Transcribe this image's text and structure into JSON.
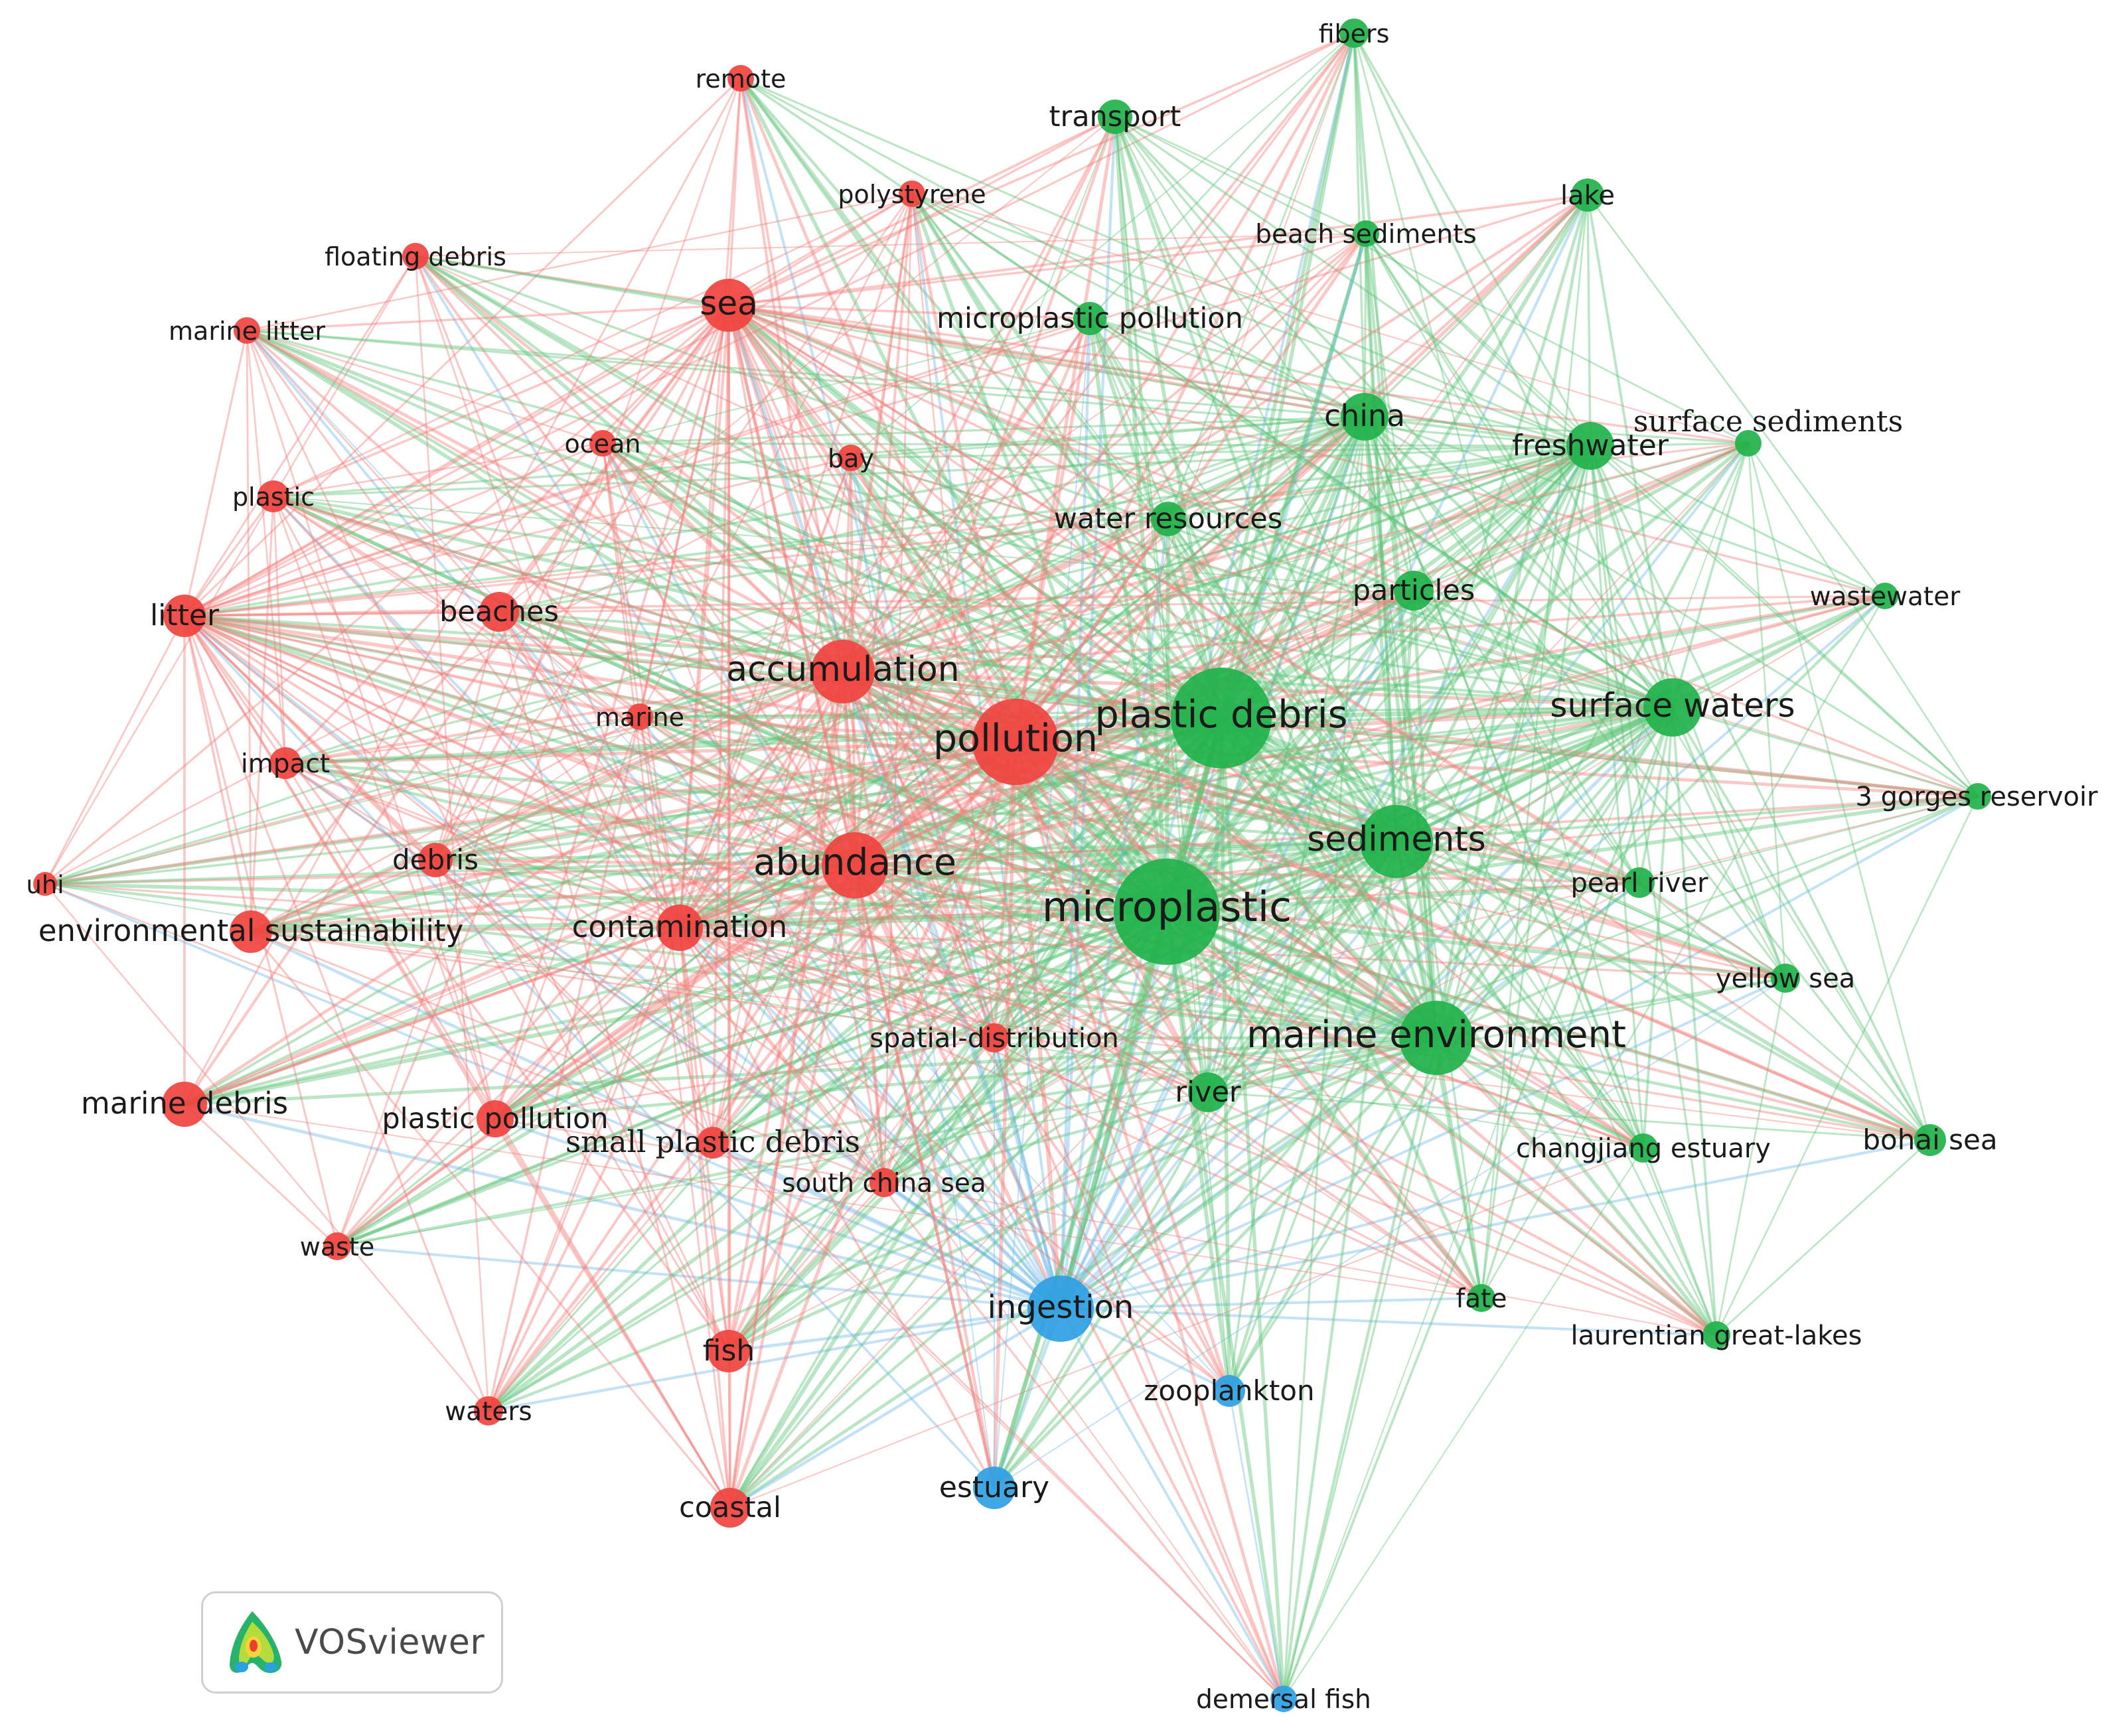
{
  "colors": {
    "red": "#f0433f",
    "green": "#21b24b",
    "blue": "#2f9fe3",
    "edge_red": "#f47c78",
    "edge_green": "#5cc377",
    "edge_blue": "#6fbbe6"
  },
  "branding": {
    "logo_icon": "vosviewer-logo-icon",
    "label": "VOSviewer"
  },
  "nodes": [
    {
      "id": "remote",
      "label": "remote",
      "cluster": "red",
      "weight": 1,
      "label_size": 1
    },
    {
      "id": "polystyrene",
      "label": "polystyrene",
      "cluster": "red",
      "weight": 1,
      "label_size": 1
    },
    {
      "id": "floating_debris",
      "label": "floating debris",
      "cluster": "red",
      "weight": 1,
      "label_size": 1
    },
    {
      "id": "marine_litter",
      "label": "marine litter",
      "cluster": "red",
      "weight": 1,
      "label_size": 1
    },
    {
      "id": "sea",
      "label": "sea",
      "cluster": "red",
      "weight": 3,
      "label_size": 2
    },
    {
      "id": "ocean",
      "label": "ocean",
      "cluster": "red",
      "weight": 1,
      "label_size": 1
    },
    {
      "id": "bay",
      "label": "bay",
      "cluster": "red",
      "weight": 1,
      "label_size": 1
    },
    {
      "id": "plastic",
      "label": "plastic",
      "cluster": "red",
      "weight": 1.4,
      "label_size": 1
    },
    {
      "id": "litter",
      "label": "litter",
      "cluster": "red",
      "weight": 2.2,
      "label_size": 1.5
    },
    {
      "id": "beaches",
      "label": "beaches",
      "cluster": "red",
      "weight": 2,
      "label_size": 1.4
    },
    {
      "id": "accumulation",
      "label": "accumulation",
      "cluster": "red",
      "weight": 3.8,
      "label_size": 2.2
    },
    {
      "id": "marine",
      "label": "marine",
      "cluster": "red",
      "weight": 1,
      "label_size": 1
    },
    {
      "id": "pollution",
      "label": "pollution",
      "cluster": "red",
      "weight": 5.5,
      "label_size": 2.6
    },
    {
      "id": "impact",
      "label": "impact",
      "cluster": "red",
      "weight": 1.4,
      "label_size": 1.1
    },
    {
      "id": "uhi",
      "label": "uhi",
      "cluster": "red",
      "weight": 0.8,
      "label_size": 0.9
    },
    {
      "id": "debris",
      "label": "debris",
      "cluster": "red",
      "weight": 1.6,
      "label_size": 1.3
    },
    {
      "id": "abundance",
      "label": "abundance",
      "cluster": "red",
      "weight": 4,
      "label_size": 2.4
    },
    {
      "id": "environmental_sustainability",
      "label": "environmental sustainability",
      "cluster": "red",
      "weight": 2.2,
      "label_size": 1.6
    },
    {
      "id": "contamination",
      "label": "contamination",
      "cluster": "red",
      "weight": 2.5,
      "label_size": 1.6
    },
    {
      "id": "spatial_distribution",
      "label": "spatial-distribution",
      "cluster": "red",
      "weight": 1.2,
      "label_size": 1.2
    },
    {
      "id": "marine_debris",
      "label": "marine debris",
      "cluster": "red",
      "weight": 2.4,
      "label_size": 1.6
    },
    {
      "id": "plastic_pollution",
      "label": "plastic pollution",
      "cluster": "red",
      "weight": 1.8,
      "label_size": 1.4
    },
    {
      "id": "small_plastic_debris",
      "label": "small plastic debris",
      "cluster": "red",
      "weight": 1.4,
      "label_size": 1.6,
      "serif": true
    },
    {
      "id": "south_china_sea",
      "label": "south china sea",
      "cluster": "red",
      "weight": 1.2,
      "label_size": 1.1
    },
    {
      "id": "waste",
      "label": "waste",
      "cluster": "red",
      "weight": 1.1,
      "label_size": 1
    },
    {
      "id": "fish",
      "label": "fish",
      "cluster": "red",
      "weight": 2.2,
      "label_size": 1.5
    },
    {
      "id": "waters",
      "label": "waters",
      "cluster": "red",
      "weight": 1.2,
      "label_size": 1.1
    },
    {
      "id": "coastal",
      "label": "coastal",
      "cluster": "red",
      "weight": 2,
      "label_size": 1.4
    },
    {
      "id": "fibers",
      "label": "fibers",
      "cluster": "green",
      "weight": 1.2,
      "label_size": 1
    },
    {
      "id": "transport",
      "label": "transport",
      "cluster": "green",
      "weight": 1.6,
      "label_size": 1.4
    },
    {
      "id": "lake",
      "label": "lake",
      "cluster": "green",
      "weight": 1.5,
      "label_size": 1.2
    },
    {
      "id": "beach_sediments",
      "label": "beach sediments",
      "cluster": "green",
      "weight": 1,
      "label_size": 1.1
    },
    {
      "id": "microplastic_pollution",
      "label": "microplastic pollution",
      "cluster": "green",
      "weight": 1.5,
      "label_size": 1.4
    },
    {
      "id": "china",
      "label": "china",
      "cluster": "green",
      "weight": 2.6,
      "label_size": 1.6
    },
    {
      "id": "freshwater",
      "label": "freshwater",
      "cluster": "green",
      "weight": 2.6,
      "label_size": 1.5
    },
    {
      "id": "surface_sediments",
      "label": "surface sediments",
      "cluster": "green",
      "weight": 1,
      "label_size": 1.5,
      "serif": true
    },
    {
      "id": "water_resources",
      "label": "water resources",
      "cluster": "green",
      "weight": 1.6,
      "label_size": 1.4
    },
    {
      "id": "particles",
      "label": "particles",
      "cluster": "green",
      "weight": 2,
      "label_size": 1.4
    },
    {
      "id": "wastewater",
      "label": "wastewater",
      "cluster": "green",
      "weight": 1,
      "label_size": 1.1
    },
    {
      "id": "plastic_debris",
      "label": "plastic debris",
      "cluster": "green",
      "weight": 6.6,
      "label_size": 2.6
    },
    {
      "id": "surface_waters",
      "label": "surface waters",
      "cluster": "green",
      "weight": 3.4,
      "label_size": 2
    },
    {
      "id": "3_gorges_reservoir",
      "label": "3 gorges reservoir",
      "cluster": "green",
      "weight": 1,
      "label_size": 1.2
    },
    {
      "id": "sediments",
      "label": "sediments",
      "cluster": "green",
      "weight": 4.5,
      "label_size": 2.2
    },
    {
      "id": "pearl_river",
      "label": "pearl river",
      "cluster": "green",
      "weight": 1.3,
      "label_size": 1.2
    },
    {
      "id": "microplastic",
      "label": "microplastic",
      "cluster": "green",
      "weight": 7,
      "label_size": 3
    },
    {
      "id": "yellow_sea",
      "label": "yellow sea",
      "cluster": "green",
      "weight": 1.2,
      "label_size": 1.2
    },
    {
      "id": "marine_environment",
      "label": "marine environment",
      "cluster": "green",
      "weight": 4.6,
      "label_size": 2.5
    },
    {
      "id": "river",
      "label": "river",
      "cluster": "green",
      "weight": 2,
      "label_size": 1.4
    },
    {
      "id": "changjiang_estuary",
      "label": "changjiang estuary",
      "cluster": "green",
      "weight": 1.2,
      "label_size": 1.2
    },
    {
      "id": "bohai_sea",
      "label": "bohai sea",
      "cluster": "green",
      "weight": 1.4,
      "label_size": 1.3
    },
    {
      "id": "fate",
      "label": "fate",
      "cluster": "green",
      "weight": 1.1,
      "label_size": 1.1
    },
    {
      "id": "laurentian_great_lakes",
      "label": "laurentian great-lakes",
      "cluster": "green",
      "weight": 1.1,
      "label_size": 1.2
    },
    {
      "id": "ingestion",
      "label": "ingestion",
      "cluster": "blue",
      "weight": 4,
      "label_size": 1.8
    },
    {
      "id": "zooplankton",
      "label": "zooplankton",
      "cluster": "blue",
      "weight": 1.4,
      "label_size": 1.3
    },
    {
      "id": "estuary",
      "label": "estuary",
      "cluster": "blue",
      "weight": 2.2,
      "label_size": 1.5
    },
    {
      "id": "demersal_fish",
      "label": "demersal fish",
      "cluster": "blue",
      "weight": 1,
      "label_size": 1.1
    }
  ]
}
